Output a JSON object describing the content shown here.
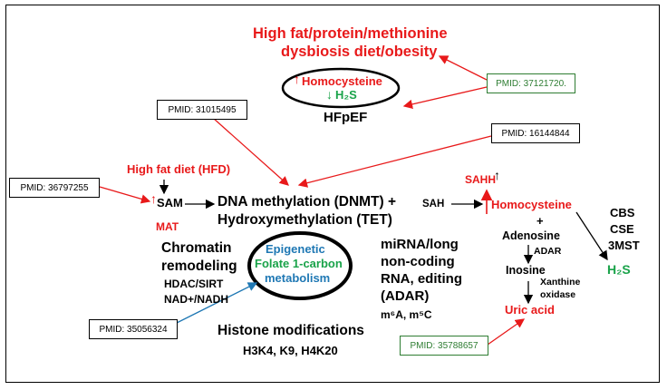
{
  "title_line1": "High fat/protein/methionine",
  "title_line2": "dysbiosis diet/obesity",
  "ellipse_top": {
    "homocysteine": "Homocysteine",
    "h2s": "H₂S",
    "up_arrow": "↑",
    "down_arrow": "↓"
  },
  "hfpef": "HFpEF",
  "pmid_boxes": {
    "p1": "PMID: 37121720.",
    "p2": "PMID: 31015495",
    "p3": "PMID: 16144844",
    "p4": "PMID: 36797255",
    "p5": "PMID: 35056324",
    "p6": "PMID: 35788657"
  },
  "hfd": "High fat diet (HFD)",
  "sam": "SAM",
  "sam_up": "↑",
  "mat": "MAT",
  "dna_line1": "DNA methylation (DNMT) +",
  "sah": "SAH",
  "dna_line2": "Hydroxymethylation (TET)",
  "sahh": "SAHH",
  "sahh_up": "↑",
  "homocysteine_right": "Homocysteine",
  "plus": "+",
  "adenosine": "Adenosine",
  "adar_small": "ADAR",
  "inosine": "Inosine",
  "xanthine_line1": "Xanthine",
  "xanthine_line2": "oxidase",
  "uric_acid": "Uric acid",
  "enzymes": [
    "CBS",
    "CSE",
    "3MST"
  ],
  "h2s_right": "H₂S",
  "chromatin": {
    "line1": "Chromatin",
    "line2": "remodeling",
    "line3": "HDAC/SIRT",
    "line4": "NAD+/NADH"
  },
  "center_ellipse": {
    "line1": "Epigenetic",
    "line2": "Folate 1-carbon",
    "line3": "metabolism"
  },
  "mirna": {
    "line1": "miRNA/long",
    "line2": "non-coding",
    "line3": "RNA, editing",
    "line4": "(ADAR)"
  },
  "m6a": "m⁶A, m⁵C",
  "histone": "Histone modifications",
  "histone_marks": "H3K4, K9, H4K20",
  "colors": {
    "red": "#e8191a",
    "blue": "#1f78b4",
    "green": "#1aa34a"
  }
}
